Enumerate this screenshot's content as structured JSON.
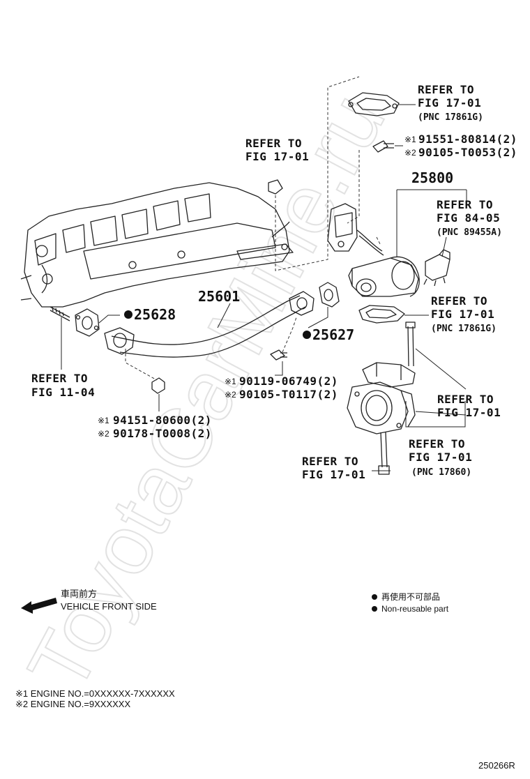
{
  "watermark": "ToyotaCarMine.ru",
  "part_numbers": {
    "p25800": "25800",
    "p25601": "25601",
    "p25628": "25628",
    "p25627": "25627"
  },
  "refs": {
    "r1": {
      "l1": "REFER TO",
      "l2": "FIG 17-01",
      "l3": "(PNC 17861G)"
    },
    "r2": {
      "l1": "REFER TO",
      "l2": "FIG 17-01"
    },
    "r3": {
      "l1": "REFER TO",
      "l2": "FIG 84-05",
      "l3": "(PNC 89455A)"
    },
    "r4": {
      "l1": "REFER TO",
      "l2": "FIG 17-01",
      "l3": "(PNC 17861G)"
    },
    "r5": {
      "l1": "REFER TO",
      "l2": "FIG 11-04"
    },
    "r6": {
      "l1": "REFER TO",
      "l2": "FIG 17-01"
    },
    "r7": {
      "l1": "REFER TO",
      "l2": "FIG 17-01",
      "l3": "(PNC 17860)"
    },
    "r8": {
      "l1": "REFER TO",
      "l2": "FIG 17-01"
    }
  },
  "bolts": {
    "b1": {
      "m1": "※1",
      "v1": "91551-80814(2)",
      "m2": "※2",
      "v2": "90105-T0053(2)"
    },
    "b2": {
      "m1": "※1",
      "v1": "90119-06749(2)",
      "m2": "※2",
      "v2": "90105-T0117(2)"
    },
    "b3": {
      "m1": "※1",
      "v1": "94151-80600(2)",
      "m2": "※2",
      "v2": "90178-T0008(2)"
    }
  },
  "legend": {
    "front_jp": "車両前方",
    "front_en": "VEHICLE FRONT SIDE",
    "nonreuse_jp": "再使用不可部品",
    "nonreuse_en": "Non-reusable part"
  },
  "engine_notes": {
    "n1": "※1 ENGINE NO.=0XXXXXX-7XXXXXX",
    "n2": "※2 ENGINE NO.=9XXXXXX"
  },
  "diagram_id": "250266R"
}
